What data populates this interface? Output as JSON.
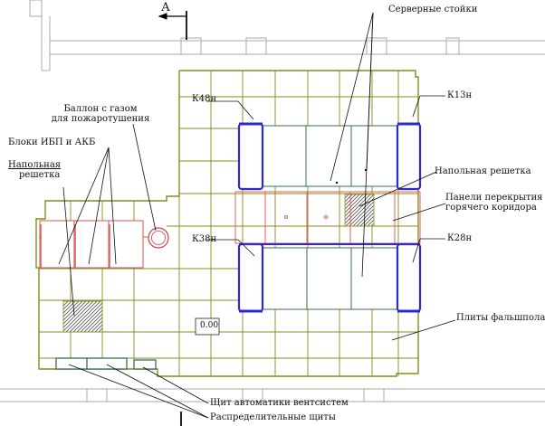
{
  "section_mark": "А",
  "labels": {
    "server_racks": "Серверные стойки",
    "gas_cylinder_1": "Баллон с газом",
    "gas_cylinder_2": "для пожаротушения",
    "ups_blocks": "Блоки ИБП и АКБ",
    "floor_grate_left_1": "Напольная",
    "floor_grate_left_2": "решетка",
    "floor_grate_right": "Напольная решетка",
    "hot_aisle_1": "Панели перекрытия",
    "hot_aisle_2": "горячего коридора",
    "raised_floor": "Плиты фальшпола",
    "vent_panel": "Щит автоматики вентсистем",
    "dist_boards": "Распределительные щиты",
    "level": "0.00"
  },
  "ac_units": [
    "К48н",
    "К13н",
    "К38н",
    "К28н"
  ],
  "colors": {
    "grid": "#8a8a1a",
    "unit": "#2a2ad0",
    "rack": "#3b6b54",
    "panel": "#e06060",
    "wall": "#aaaaaa"
  }
}
